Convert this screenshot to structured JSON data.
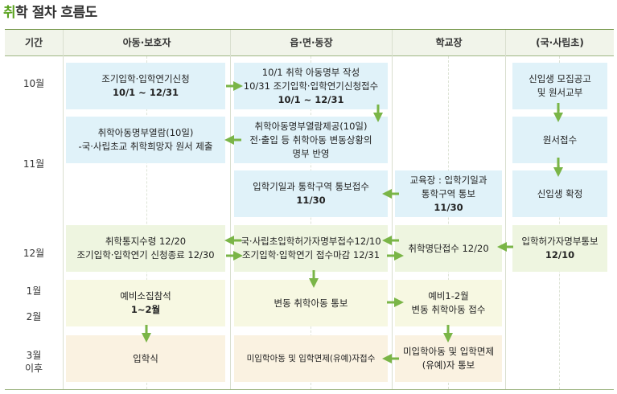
{
  "title_first": "취",
  "title_rest": "학 절차 흐름도",
  "headers": [
    "기간",
    "아동·보호자",
    "읍·면·동장",
    "학교장",
    "(국·사립초)"
  ],
  "periods": [
    "10월",
    "11월",
    "12월",
    "1월",
    "2월",
    "3월",
    "이후"
  ],
  "boxes": {
    "guardian_early_apply": [
      "조기입학·입학연기신청",
      "10/1 ~ 12/31"
    ],
    "guardian_view_list": [
      "취학아동명부열람(10일)",
      "-국·사립초교 취학희망자 원서 제출"
    ],
    "guardian_notice_receive": [
      "취학통지수령 12/20",
      "조기입학·입학연기 신청종료 12/30"
    ],
    "guardian_orientation": [
      "예비소집참석",
      "1~2월"
    ],
    "guardian_entrance": [
      "입학식"
    ],
    "town_list_make": [
      "10/1 취학 아동명부 작성",
      "10/31 조기입학·입학연기신청접수",
      "10/1 ~ 12/31"
    ],
    "town_list_provide": [
      "취학아동명부열람제공(10일)",
      "전·출입 등 취학아동 변동상황의",
      "명부 반영"
    ],
    "town_notify_date": [
      "입학기일과 통학구역 통보접수",
      "11/30"
    ],
    "town_private_list": [
      "국·사립초입학허가자명부접수12/10",
      "조기입학·입학연기 접수마감 12/31"
    ],
    "town_change_notice": [
      "변동 취학아동 통보"
    ],
    "town_unenrolled": [
      "미입학아동 및 입학면제(유예)자접수"
    ],
    "school_notify_date": [
      "교육장 : 입학기일과",
      "통학구역 통보",
      "11/30"
    ],
    "school_list_receive": [
      "취학명단접수 12/20"
    ],
    "school_change_receive": [
      "예비1-2월",
      "변동 취학아동 접수"
    ],
    "school_unenrolled": [
      "미입학아동 및 입학면제",
      "(유예)자 통보"
    ],
    "private_recruit": [
      "신입생 모집공고",
      "및 원서교부"
    ],
    "private_receive": [
      "원서접수"
    ],
    "private_confirm": [
      "신입생 확정"
    ],
    "private_permit": [
      "입학허가자명부통보",
      "12/10"
    ]
  },
  "colors": {
    "arrow": "#7ab547",
    "title_accent": "#5aa21e"
  }
}
